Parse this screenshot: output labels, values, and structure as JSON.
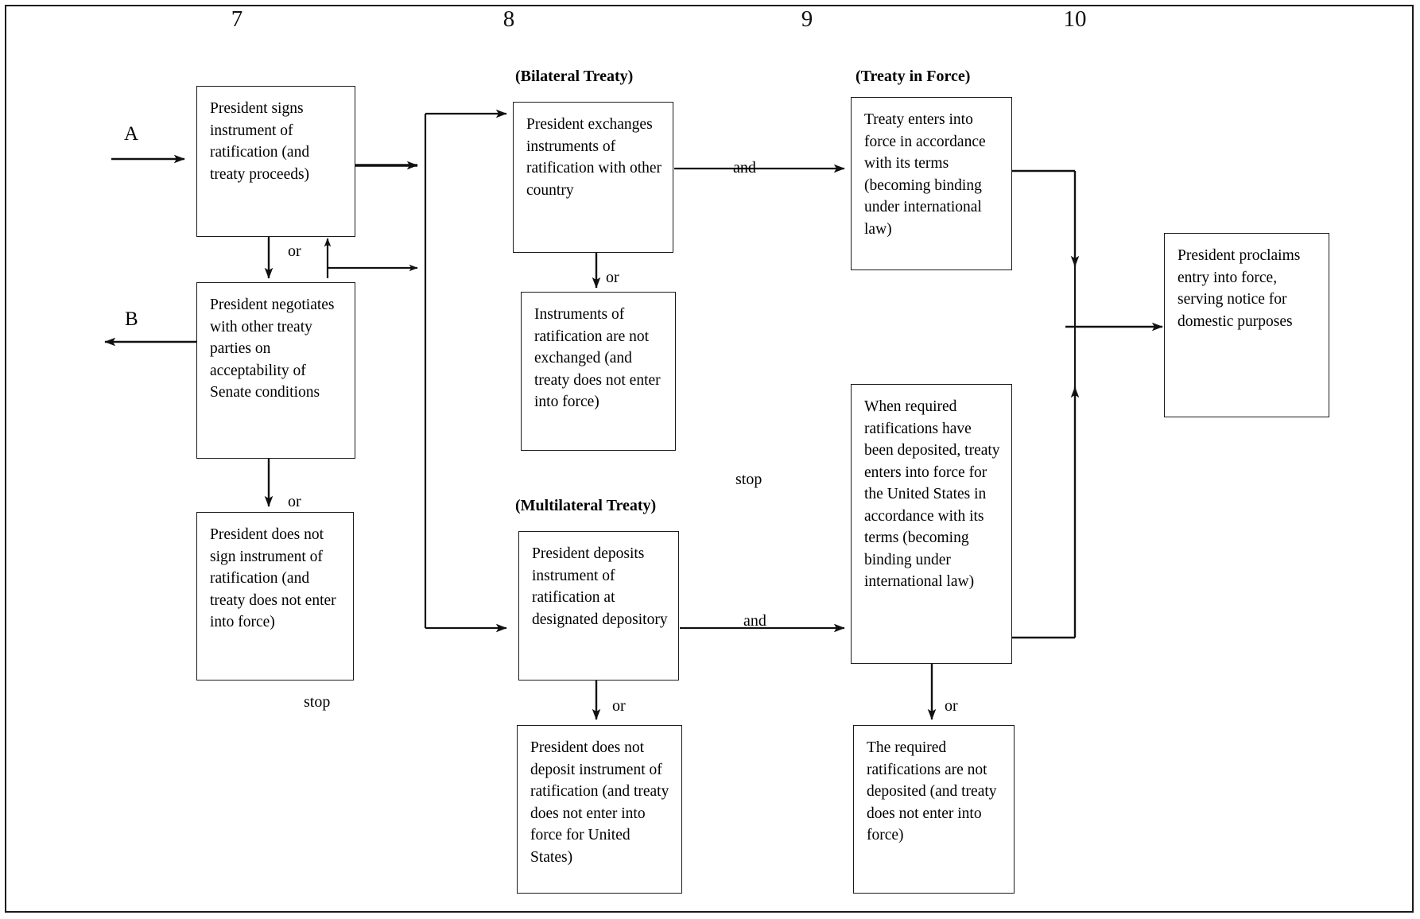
{
  "columns": [
    {
      "number": "7"
    },
    {
      "number": "8"
    },
    {
      "number": "9"
    },
    {
      "number": "10"
    }
  ],
  "group_labels": {
    "bilateral": "(Bilateral Treaty)",
    "multilateral": "(Multilateral Treaty)",
    "in_force": "(Treaty in Force)"
  },
  "connector_tags": {
    "entry_a": "A",
    "exit_b": "B"
  },
  "edge_labels": {
    "or_1": "or",
    "or_2": "or",
    "or_bilateral": "or",
    "or_multilateral": "or",
    "or_ratifications": "or",
    "and_bilateral": "and",
    "and_multilateral": "and",
    "stop_left": "stop",
    "stop_mid": "stop"
  },
  "nodes": {
    "president_signs": "President signs instrument of ratification (and treaty proceeds)",
    "president_negotiates": "President negotiates with other treaty parties on acceptability of Senate conditions",
    "president_does_not_sign": "President does not sign instrument of ratification (and treaty does not enter into force)",
    "president_exchanges": "President exchanges instruments of ratification with other country",
    "instruments_not_exchanged": "Instruments of ratification are not exchanged (and treaty does not enter into force)",
    "president_deposits": "President deposits instrument of ratification at designated depository",
    "president_does_not_deposit": "President does not deposit instrument of ratification (and treaty does not enter into force for United States)",
    "treaty_enters_force": "Treaty enters into force in accordance with its terms (becoming binding under  international law)",
    "required_ratifications_deposited": "When required ratifications have been deposited, treaty enters into force for the United States in accordance with its terms (becoming binding under international law)",
    "ratifications_not_deposited": "The required ratifications are not deposited (and treaty does not enter into force)",
    "president_proclaims": "President proclaims entry into force, serving notice for domestic purposes"
  },
  "colors": {
    "ink": "#111111",
    "box_border": "#1b1b1b",
    "background": "#ffffff"
  }
}
